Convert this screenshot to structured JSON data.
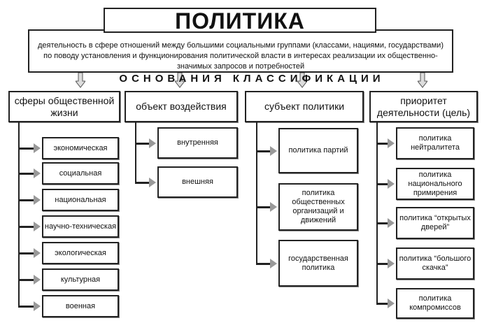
{
  "title": "ПОЛИТИКА",
  "definition": "деятельность в сфере отношений между большими социальными группами (классами, нациями, государствами) по поводу установления и функционирования политической власти в интересах реализации их общественно-значимых запросов и потребностей",
  "basis_heading": "ОСНОВАНИЯ КЛАССИФИКАЦИИ",
  "columns": [
    {
      "label": "сферы общественной жизни",
      "items": [
        "экономическая",
        "социальная",
        "национальная",
        "научно-техническая",
        "экологическая",
        "культурная",
        "военная"
      ]
    },
    {
      "label": "объект воздействия",
      "items": [
        "внутренняя",
        "внешняя"
      ]
    },
    {
      "label": "субъект политики",
      "items": [
        "политика партий",
        "политика общественных организаций и движений",
        "государственная политика"
      ]
    },
    {
      "label": "приоритет деятельности (цель)",
      "items": [
        "политика нейтралитета",
        "политика национального примирения",
        "политика “открытых дверей”",
        "политика “большого скачка”",
        "политика компромиссов"
      ]
    }
  ]
}
